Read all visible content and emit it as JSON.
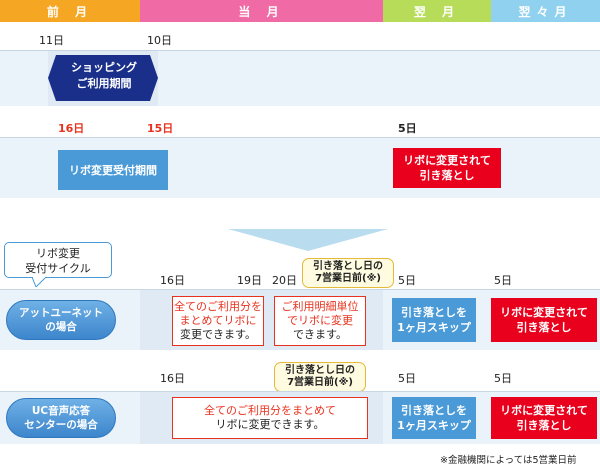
{
  "header": {
    "prev_month": "前 月",
    "this_month": "当 月",
    "next_month": "翌 月",
    "month_after_next": "翌々月",
    "colors": {
      "prev": "#f5a623",
      "this": "#f06aa5",
      "next": "#b7dc5a",
      "after": "#8fd1ee"
    }
  },
  "shopping": {
    "start_day": "11日",
    "end_day": "10日",
    "label_line1": "ショッピング",
    "label_line2": "ご利用期間"
  },
  "revo_period": {
    "start_day": "16日",
    "end_day": "15日",
    "label": "リボ変更受付期間",
    "debit_day": "5日",
    "debit_line1": "リボに変更されて",
    "debit_line2": "引き落とし"
  },
  "cycle": {
    "label_line1": "リボ変更",
    "label_line2": "受付サイクル"
  },
  "atunet": {
    "label_line1": "アットユーネット",
    "label_line2": "の場合",
    "day_16": "16日",
    "day_19": "19日",
    "day_20": "20日",
    "day_5a": "5日",
    "day_5b": "5日",
    "callout_line1": "引き落とし日の",
    "callout_line2": "7営業日前(※)",
    "box1_line1": "全てのご利用分を",
    "box1_line2": "まとめてリボに",
    "box1_line3": "変更できます。",
    "box2_line1": "ご利用明細単位",
    "box2_line2": "でリボに変更",
    "box2_line3": "できます。",
    "skip_line1": "引き落としを",
    "skip_line2": "1ヶ月スキップ",
    "debit_line1": "リボに変更されて",
    "debit_line2": "引き落とし"
  },
  "uc": {
    "label_line1": "UC音声応答",
    "label_line2": "センターの場合",
    "day_16": "16日",
    "day_5a": "5日",
    "day_5b": "5日",
    "callout_line1": "引き落とし日の",
    "callout_line2": "7営業日前(※)",
    "box_line1": "全てのご利用分をまとめて",
    "box_line2": "リボに変更できます。",
    "skip_line1": "引き落としを",
    "skip_line2": "1ヶ月スキップ",
    "debit_line1": "リボに変更されて",
    "debit_line2": "引き落とし"
  },
  "footnote": "※金融機関によっては5営業日前"
}
